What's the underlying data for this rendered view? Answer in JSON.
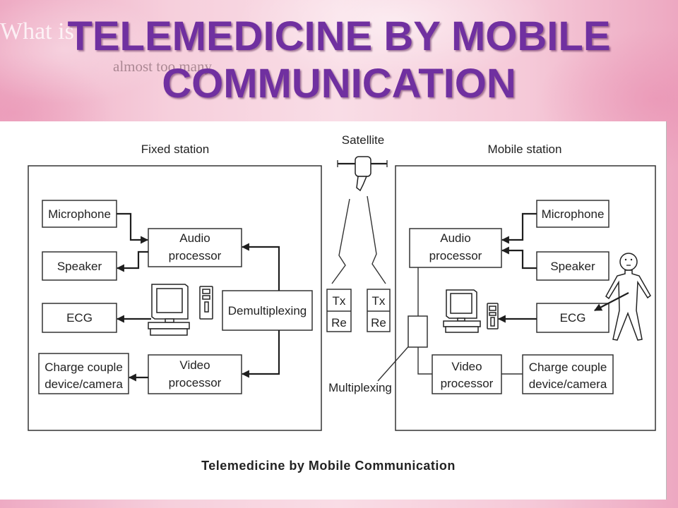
{
  "slide": {
    "title": {
      "line1": "TELEMEDICINE BY MOBILE",
      "line2": "COMMUNICATION",
      "color": "#7030a0"
    },
    "background_text": {
      "line1": "What is",
      "line2": "almost too many"
    },
    "background_color": "#f3c2d3"
  },
  "diagram": {
    "caption": "Telemedicine by Mobile Communication",
    "satellite_label": "Satellite",
    "multiplexing_label": "Multiplexing",
    "transceiver_left": {
      "tx": "Tx",
      "re": "Re"
    },
    "transceiver_right": {
      "tx": "Tx",
      "re": "Re"
    },
    "fixed_station": {
      "label": "Fixed station",
      "microphone": "Microphone",
      "speaker": "Speaker",
      "ecg": "ECG",
      "camera": [
        "Charge couple",
        "device/camera"
      ],
      "audio_processor": [
        "Audio",
        "processor"
      ],
      "video_processor": [
        "Video",
        "processor"
      ],
      "demultiplexing": "Demultiplexing"
    },
    "mobile_station": {
      "label": "Mobile station",
      "microphone": "Microphone",
      "speaker": "Speaker",
      "ecg": "ECG",
      "camera": [
        "Charge couple",
        "device/camera"
      ],
      "audio_processor": [
        "Audio",
        "processor"
      ],
      "video_processor": [
        "Video",
        "processor"
      ]
    },
    "icons": [
      "satellite-icon",
      "computer-icon",
      "handheld-device-icon",
      "patient-figure-icon"
    ]
  }
}
